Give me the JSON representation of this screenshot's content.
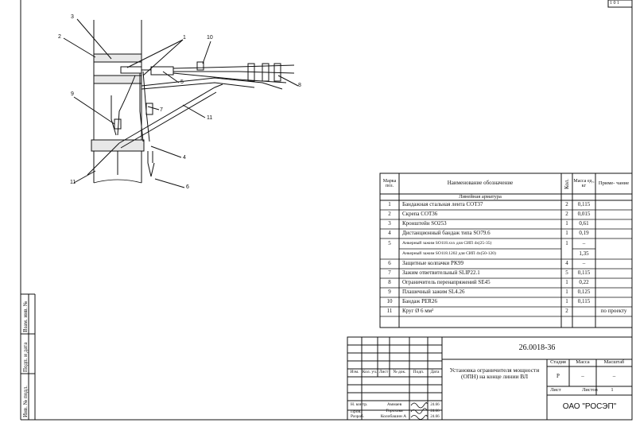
{
  "page_number_corner": "1 0 1",
  "callouts": [
    "3",
    "2",
    "1",
    "10",
    "5",
    "8",
    "9",
    "7",
    "11",
    "4",
    "11",
    "6"
  ],
  "spec_table": {
    "headers": {
      "pos": "Марка поз.",
      "name": "Наименование обозначение",
      "qty": "Кол.",
      "mass": "Масса ед., кг",
      "note": "Приме- чание"
    },
    "section": "Линейная арматура",
    "rows": [
      {
        "pos": "1",
        "name": "Бандажная стальная лента COT37",
        "qty": "2",
        "mass": "0,115",
        "note": ""
      },
      {
        "pos": "2",
        "name": "Скрепа COT36",
        "qty": "2",
        "mass": "0,015",
        "note": ""
      },
      {
        "pos": "3",
        "name": "Кронштейн SO253",
        "qty": "1",
        "mass": "0,61",
        "note": ""
      },
      {
        "pos": "4",
        "name": "Дистанционный бандаж типа SO79.6",
        "qty": "1",
        "mass": "0,19",
        "note": ""
      },
      {
        "pos": "5",
        "name": "Анкерный зажим SO118.ххх для СИП 4х(25-35)",
        "qty": "1",
        "mass": "–",
        "note": ""
      },
      {
        "pos": "",
        "name": "Анкерный зажим SO118.1202 для СИП 4х(50-120)",
        "qty": "",
        "mass": "1,35",
        "note": ""
      },
      {
        "pos": "6",
        "name": "Защитные колпачки PK99",
        "qty": "4",
        "mass": "–",
        "note": ""
      },
      {
        "pos": "7",
        "name": "Зажим ответвительный SLIP22.1",
        "qty": "5",
        "mass": "0,115",
        "note": ""
      },
      {
        "pos": "8",
        "name": "Ограничитель перенапряжений SE45",
        "qty": "1",
        "mass": "0,22",
        "note": ""
      },
      {
        "pos": "9",
        "name": "Плашечный зажим SL4.26",
        "qty": "1",
        "mass": "0,125",
        "note": ""
      },
      {
        "pos": "10",
        "name": "Бандаж PER26",
        "qty": "1",
        "mass": "0,115",
        "note": ""
      },
      {
        "pos": "11",
        "name": "Круг Ø 6 мм²",
        "qty": "2",
        "mass": "",
        "note": "по проекту"
      }
    ]
  },
  "side_stamp": [
    "Инв. № подл.",
    "Подп. и дата",
    "Взам. инв. №"
  ],
  "title_block": {
    "doc_number": "26.0018-36",
    "title": "Установка ограничителя мощности (ОПН) на конце линии ВЛ",
    "col_headers": [
      "Изм.",
      "Кол. уч.",
      "Лист",
      "№ док.",
      "Подп.",
      "Дата"
    ],
    "roles": [
      {
        "role": "Н. контр.",
        "name": "Аммаев",
        "date": "24.66"
      },
      {
        "role": "Пров.",
        "name": "Горохова",
        "date": "24.66"
      },
      {
        "role": "Разраб.",
        "name": "Колобашин А",
        "date": "24.66"
      }
    ],
    "stage_label": "Стадия",
    "mass_label": "Масса",
    "scale_label": "Масштаб",
    "stage_value": "Р",
    "mass_value": "–",
    "scale_value": "–",
    "sheet_label": "Лист",
    "sheets_label": "Листов",
    "sheets_value": "1",
    "company": "ОАО \"РОСЭП\""
  }
}
